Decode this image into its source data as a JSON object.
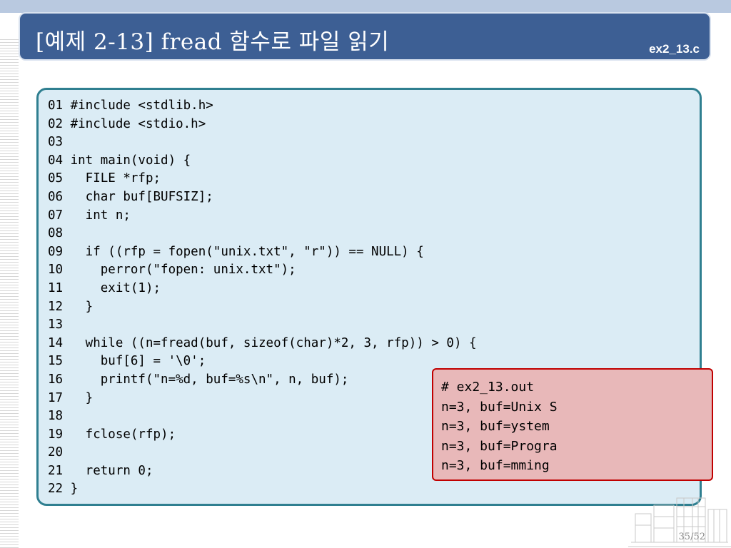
{
  "header": {
    "title": "[예제 2-13] fread 함수로 파일 읽기",
    "file_name": "ex2_13.c"
  },
  "code": {
    "lines": [
      "01 #include <stdlib.h>",
      "02 #include <stdio.h>",
      "03",
      "04 int main(void) {",
      "05   FILE *rfp;",
      "06   char buf[BUFSIZ];",
      "07   int n;",
      "08",
      "09   if ((rfp = fopen(\"unix.txt\", \"r\")) == NULL) {",
      "10     perror(\"fopen: unix.txt\");",
      "11     exit(1);",
      "12   }",
      "13",
      "14   while ((n=fread(buf, sizeof(char)*2, 3, rfp)) > 0) {",
      "15     buf[6] = '\\0';",
      "16     printf(\"n=%d, buf=%s\\n\", n, buf);",
      "17   }",
      "18",
      "19   fclose(rfp);",
      "20",
      "21   return 0;",
      "22 }"
    ]
  },
  "output": {
    "lines": [
      "# ex2_13.out",
      "n=3, buf=Unix S",
      "n=3, buf=ystem",
      "n=3, buf=Progra",
      "n=3, buf=mming"
    ]
  },
  "footer": {
    "page": "35/52"
  },
  "colors": {
    "title_bar": "#3d5f94",
    "code_bg": "#dbecf5",
    "code_border": "#2f7f90",
    "output_bg": "#e8b8b9",
    "output_border": "#c00000"
  }
}
